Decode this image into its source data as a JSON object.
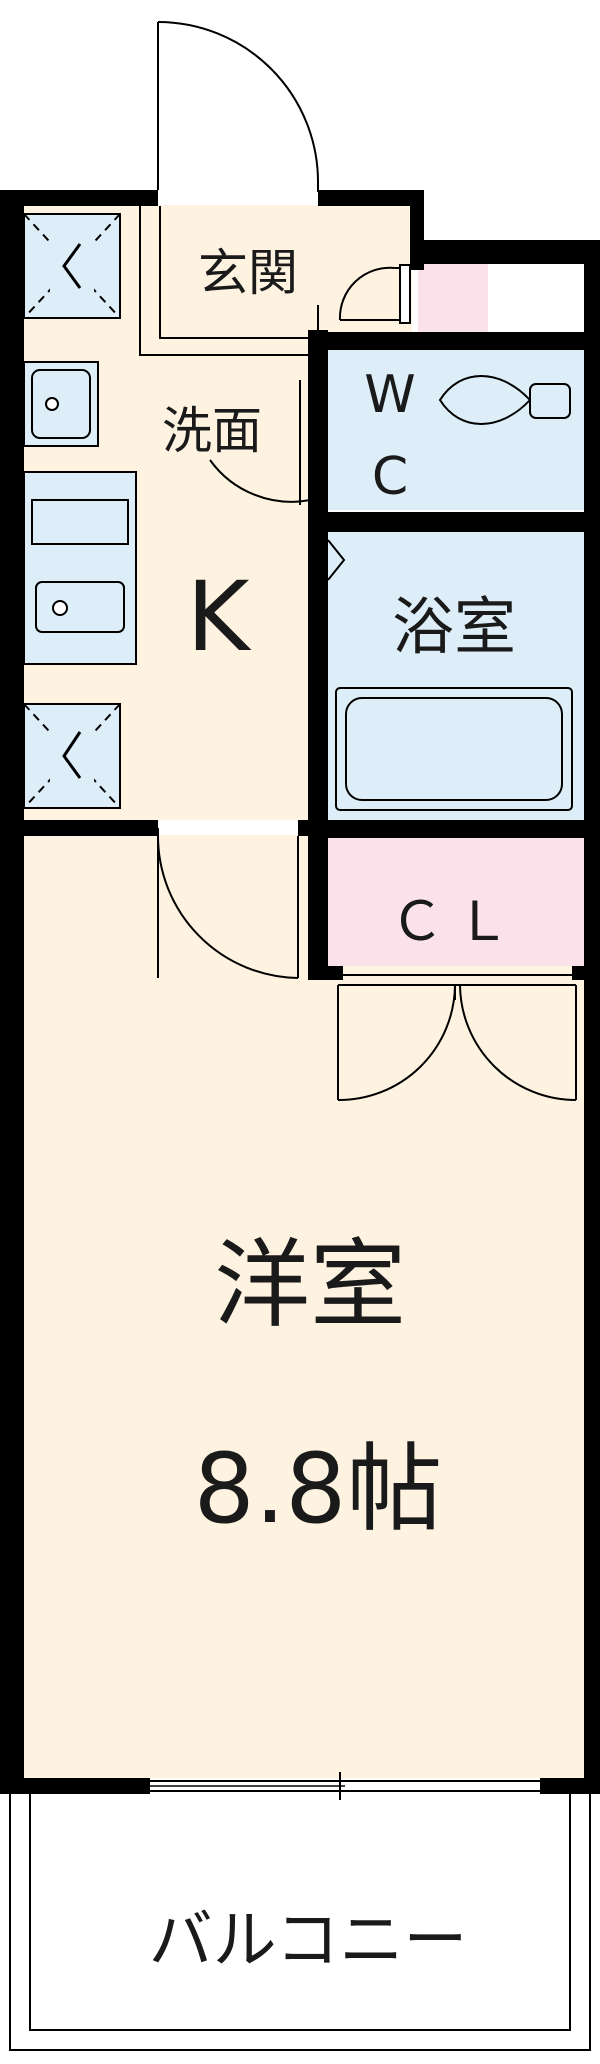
{
  "rooms": {
    "genkan": {
      "label": "玄関"
    },
    "senmen": {
      "label": "洗面"
    },
    "kitchen": {
      "label": "K"
    },
    "wc": {
      "label_w": "W",
      "label_c": "C"
    },
    "bath": {
      "label": "浴室"
    },
    "closet": {
      "label": "ＣＬ"
    },
    "western": {
      "label": "洋室",
      "size": "8.8帖"
    },
    "balcony": {
      "label": "バルコニー"
    }
  },
  "colors": {
    "floor": "#fdf3e0",
    "wet": "#ddeef8",
    "closet": "#fbe2ea",
    "wall": "#000000"
  }
}
